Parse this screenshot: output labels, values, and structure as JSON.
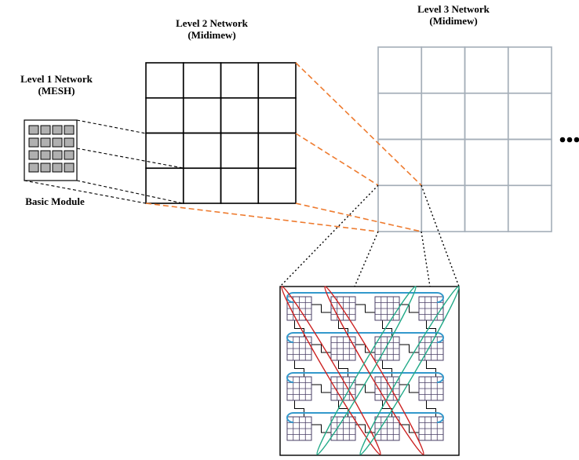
{
  "labels": {
    "level1_line1": "Level 1 Network",
    "level1_line2": "(MESH)",
    "level2_line1": "Level 2 Network",
    "level2_line2": "(Midimew)",
    "level3_line1": "Level 3 Network",
    "level3_line2": "(Midimew)",
    "basic_module": "Basic Module"
  },
  "colors": {
    "level2_grid": "#000000",
    "level3_grid": "#a4aeb8",
    "orange_link": "#ee7b2f",
    "blue_loop": "#3399cc",
    "red_diagonal": "#cc2222",
    "green_diagonal": "#22aa88",
    "node_fill": "#b0b0b0"
  },
  "icons": {
    "ellipsis": "ellipsis-dots-icon"
  }
}
